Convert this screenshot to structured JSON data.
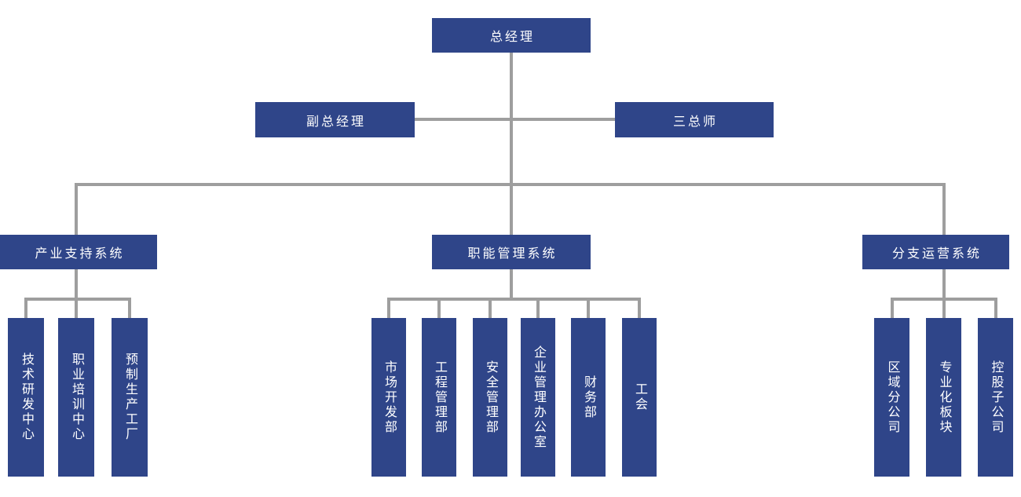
{
  "org": {
    "root": {
      "label": "总经理"
    },
    "level2": [
      {
        "label": "副总经理"
      },
      {
        "label": "三总师"
      }
    ],
    "groups": [
      {
        "label": "产业支持系统",
        "children": [
          {
            "label": "技术研发中心"
          },
          {
            "label": "职业培训中心"
          },
          {
            "label": "预制生产工厂"
          }
        ]
      },
      {
        "label": "职能管理系统",
        "children": [
          {
            "label": "市场开发部"
          },
          {
            "label": "工程管理部"
          },
          {
            "label": "安全管理部"
          },
          {
            "label": "企业管理办公室"
          },
          {
            "label": "财务部"
          },
          {
            "label": "工会"
          }
        ]
      },
      {
        "label": "分支运营系统",
        "children": [
          {
            "label": "区域分公司"
          },
          {
            "label": "专业化板块"
          },
          {
            "label": "控股子公司"
          }
        ]
      }
    ],
    "colors": {
      "node_fill": "#2f4589",
      "node_text": "#ffffff",
      "connector": "#9e9e9e",
      "background": "#ffffff"
    }
  }
}
